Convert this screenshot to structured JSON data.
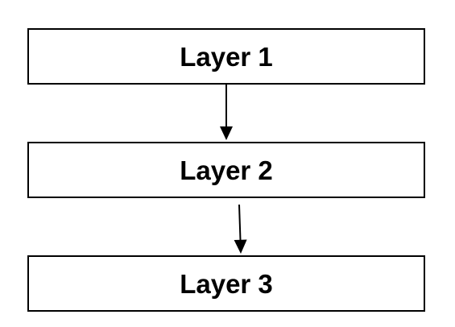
{
  "diagram": {
    "layers": [
      {
        "label": "Layer 1"
      },
      {
        "label": "Layer 2"
      },
      {
        "label": "Layer 3"
      }
    ],
    "connections": [
      {
        "from": "Layer 1",
        "to": "Layer 2"
      },
      {
        "from": "Layer 2",
        "to": "Layer 3"
      }
    ],
    "colors": {
      "stroke": "#000000",
      "fill": "#ffffff",
      "text": "#000000"
    }
  }
}
